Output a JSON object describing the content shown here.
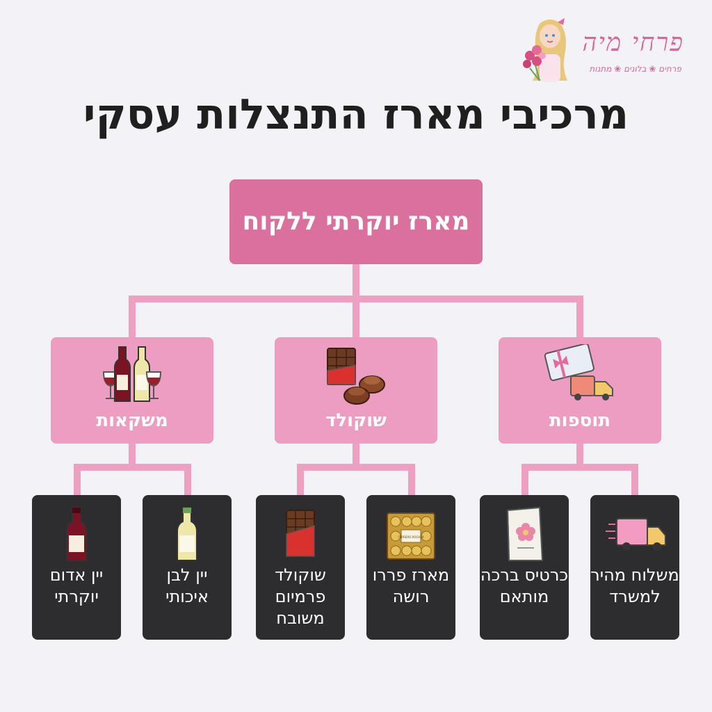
{
  "brand": {
    "name": "פרחי מיה",
    "tagline": "פרחים ❀ בלונים ❀ מתנות",
    "accent": "#d6679b"
  },
  "title": "מרכיבי מארז התנצלות עסקי",
  "root": {
    "label": "מארז יוקרתי ללקוח"
  },
  "colors": {
    "root": "#d9709d",
    "category": "#ec9dc1",
    "leaf": "#2d2d30",
    "connector": "#eea0c2"
  },
  "categories": [
    {
      "label": "תוספות",
      "icon": "gift-card-and-truck-icon",
      "items": [
        {
          "label": "משלוח מהיר למשרד",
          "icon": "delivery-truck-icon"
        },
        {
          "label": "כרטיס ברכה מותאם",
          "icon": "greeting-card-icon"
        }
      ]
    },
    {
      "label": "שוקולד",
      "icon": "chocolates-icon",
      "items": [
        {
          "label": "מארז פררו רושה",
          "icon": "ferrero-box-icon",
          "box_text": "FERRERO ROCHER"
        },
        {
          "label": "שוקולד פרמיום משובח",
          "icon": "chocolate-bar-icon"
        }
      ]
    },
    {
      "label": "משקאות",
      "icon": "wine-bottles-icon",
      "items": [
        {
          "label": "יין לבן איכותי",
          "icon": "white-wine-bottle-icon"
        },
        {
          "label": "יין אדום יוקרתי",
          "icon": "red-wine-bottle-icon"
        }
      ]
    }
  ]
}
